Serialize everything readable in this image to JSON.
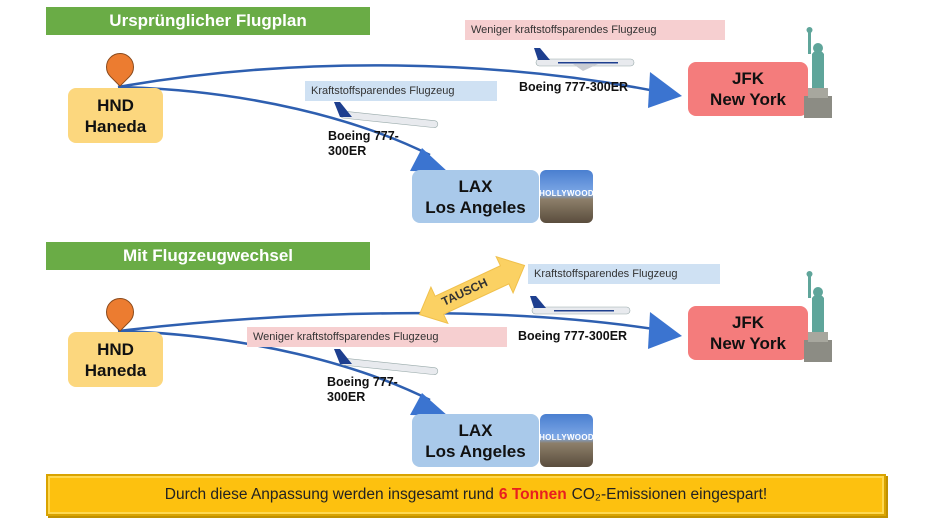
{
  "sections": [
    {
      "header": "Ursprünglicher Flugplan",
      "origin": {
        "code": "HND",
        "name": "Haneda"
      },
      "to_jfk": {
        "tag": "Weniger kraftstoffsparendes Flugzeug",
        "aircraft": "Boeing 777-300ER"
      },
      "to_lax": {
        "tag": "Kraftstoffsparendes Flugzeug",
        "aircraft_line1": "Boeing 777-",
        "aircraft_line2": "300ER"
      },
      "jfk": {
        "code": "JFK",
        "name": "New York"
      },
      "lax": {
        "code": "LAX",
        "name": "Los Angeles"
      }
    },
    {
      "header": "Mit Flugzeugwechsel",
      "origin": {
        "code": "HND",
        "name": "Haneda"
      },
      "swap_label": "TAUSCH",
      "to_jfk": {
        "tag": "Kraftstoffsparendes Flugzeug",
        "aircraft": "Boeing 777-300ER"
      },
      "to_lax": {
        "tag": "Weniger kraftstoffsparendes Flugzeug",
        "aircraft_line1": "Boeing 777-",
        "aircraft_line2": "300ER"
      },
      "jfk": {
        "code": "JFK",
        "name": "New York"
      },
      "lax": {
        "code": "LAX",
        "name": "Los Angeles"
      }
    }
  ],
  "hollywood_sign": "HOLLYWOOD",
  "banner": {
    "before": "Durch diese Anpassung werden insgesamt rund",
    "highlight": "6 Tonnen",
    "after": "CO₂-Emissionen eingespart!"
  },
  "colors": {
    "header_green": "#6aac46",
    "haneda_yellow": "#fcd77e",
    "lax_blue": "#a9c9ea",
    "jfk_red": "#f47c7c",
    "route_line": "#2e5fb0",
    "banner_yellow": "#fdc10f",
    "highlight_red": "#e81f1f"
  }
}
